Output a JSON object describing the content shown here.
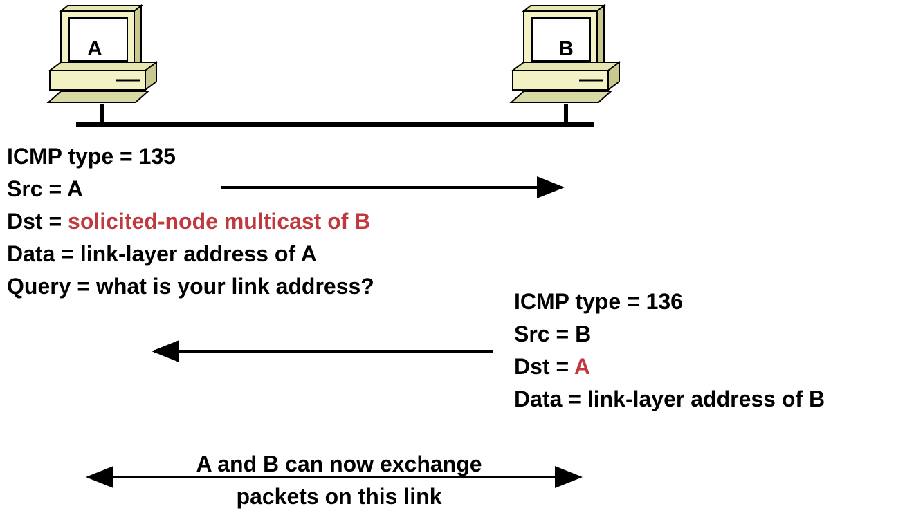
{
  "hosts": {
    "a": {
      "label": "A"
    },
    "b": {
      "label": "B"
    }
  },
  "colors": {
    "highlight": "#c0393e",
    "computer_body": "#f2f2c4",
    "computer_shade": "#c9c98f",
    "screen": "#ffffff",
    "link": "#000000"
  },
  "neighbor_solicitation": {
    "type_line": "ICMP type = 135",
    "src_line": "Src = A",
    "dst_prefix": "Dst = ",
    "dst_value": "solicited-node multicast of B",
    "data_line": "Data = link-layer address of A",
    "query_line": "Query = what is your link address?"
  },
  "neighbor_advertisement": {
    "type_line": "ICMP type = 136",
    "src_line": "Src = B",
    "dst_prefix": "Dst = ",
    "dst_value": "A",
    "data_line": "Data = link-layer address of B"
  },
  "caption": {
    "line1": "A and B can now exchange",
    "line2": "packets on this link"
  }
}
